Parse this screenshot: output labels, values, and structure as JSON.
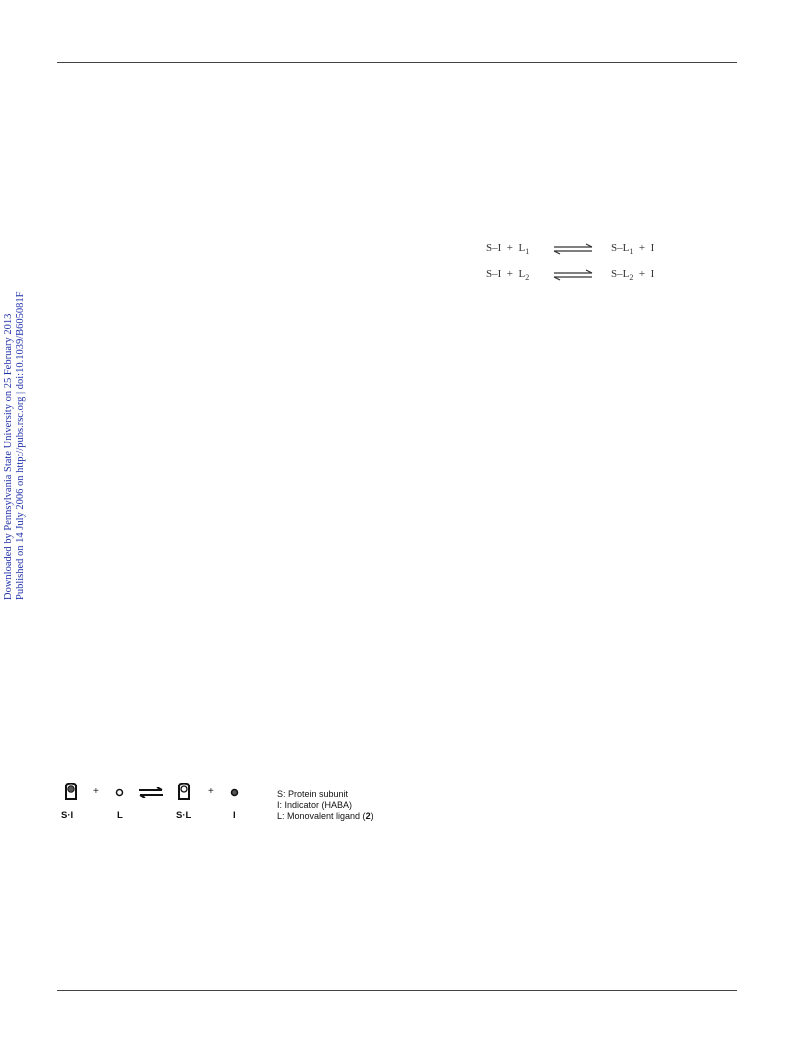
{
  "side_note": {
    "line1": "Downloaded by Pennsylvania State University on 25 February 2013",
    "line2": "Published on 14 July 2006 on http://pubs.rsc.org | doi:10.1039/B605081F"
  },
  "equations": [
    {
      "lhs_species": "S–I",
      "plus1": "+",
      "ligand": "L",
      "ligand_sub": "1",
      "rhs_complex": "S–L",
      "rhs_sub": "1",
      "plus2": "+",
      "product": "I"
    },
    {
      "lhs_species": "S–I",
      "plus1": "+",
      "ligand": "L",
      "ligand_sub": "2",
      "rhs_complex": "S–L",
      "rhs_sub": "2",
      "plus2": "+",
      "product": "I"
    }
  ],
  "scheme": {
    "label_si": "S·I",
    "label_l": "L",
    "label_sl": "S·L",
    "label_i": "I",
    "plus": "+",
    "legend_s": "S: Protein subunit",
    "legend_i": "I: Indicator (HABA)",
    "legend_l_prefix": "L: Monovalent ligand (",
    "legend_l_ref": "2",
    "legend_l_suffix": ")",
    "colors": {
      "ink": "#111111",
      "indicator_fill": "#555555"
    }
  }
}
